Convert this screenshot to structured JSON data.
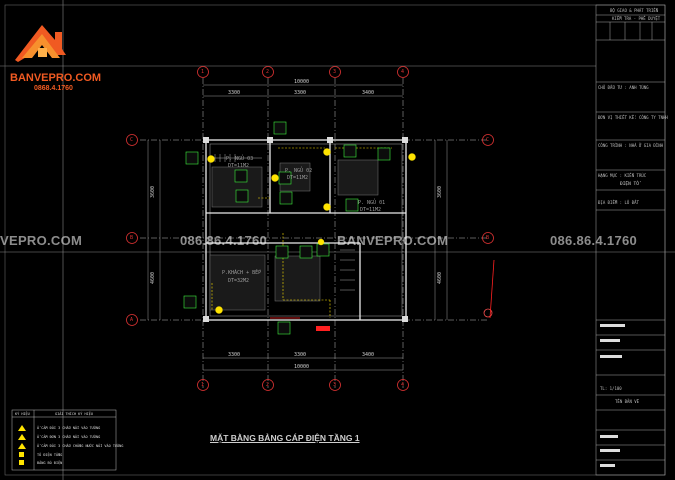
{
  "brand": {
    "name": "BANVEPRO.COM",
    "phone": "0868.4.1760",
    "accent": "#f05a22"
  },
  "watermarks": {
    "left": "VEPRO.COM",
    "phone_left": "086.86.4.1760",
    "center": "BANVEPRO.COM",
    "phone_right": "086.86.4.1760"
  },
  "drawing": {
    "title": "MẶT BẰNG BẢNG CÁP ĐIỆN TẦNG 1",
    "grid_axes": [
      "1",
      "2",
      "3",
      "4"
    ],
    "grid_rows": [
      "C",
      "B",
      "A"
    ],
    "dims_top_total": "10000",
    "dims_top": [
      "3300",
      "3300",
      "3400"
    ],
    "dims_bottom_total": "10000",
    "dims_bottom": [
      "3300",
      "3300",
      "3400"
    ],
    "dims_left": [
      "3600",
      "4600"
    ],
    "dims_right": [
      "3600",
      "4600"
    ],
    "rooms": [
      "P. NGỦ 03",
      "DT=11M2",
      "P. NGỦ 02",
      "DT=11M2",
      "P. NGỦ 01",
      "DT=11M2",
      "P.KHÁCH + BẾP",
      "DT=32M2"
    ]
  },
  "legend": {
    "header_sym": "KÝ HIỆU",
    "header_desc": "GIẢI THÍCH KÝ HIỆU",
    "items": [
      "Ổ CẮM ĐÔI 3 CHẤU NỐI VÀO TƯỜNG",
      "Ổ CẮM ĐƠN 3 CHẤU NỐI VÀO TƯỜNG",
      "Ổ CẮM ĐÔI 3 CHẤU CHỐNG NƯỚC NỐI VÀO TƯỜNG",
      "TỦ ĐIỆN TỔNG",
      "BẢNG BÓ ĐIỆN"
    ]
  },
  "title_block": {
    "top1": "BỘ GIAO & PHÁT TRIỂN",
    "top2": "KIỂM TRA - PHÊ DUYỆT",
    "label1": "CHỦ ĐẦU TƯ : ANH TÙNG",
    "label2": "ĐƠN VỊ THIẾT KẾ: CÔNG TY TNHH",
    "label3": "CÔNG TRÌNH : NHÀ Ở GIA ĐÌNH",
    "label4": "HẠNG MỤC : KIẾN TRÚC",
    "label5": "ĐIỆN TỔ",
    "label6": "ĐỊA ĐIỂM : LÔ ĐẤT",
    "sheet_title": "TÊN BẢN VẼ",
    "sheet_no": "TL: 1/100"
  },
  "colors": {
    "grid_line": "#c8c8c8",
    "axis_bubble": "#d33",
    "wall": "#eaeaea",
    "label_green": "#3ef03e",
    "accent_yellow": "#ffe400",
    "cable_red": "#ff2020",
    "dim_line": "#9b9b9b"
  }
}
